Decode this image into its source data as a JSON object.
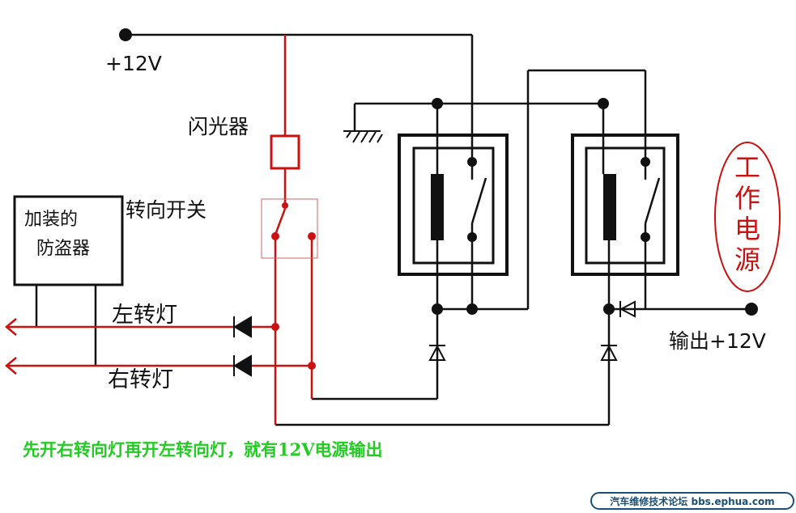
{
  "supply_label": "+12V",
  "flasher_label": "闪光器",
  "turn_switch_label": "转向开关",
  "anti_theft_label_line1": "加装的",
  "anti_theft_label_line2": "防盗器",
  "left_turn_label": "左转灯",
  "right_turn_label": "右转灯",
  "output_label": "输出+12V",
  "work_power_label": [
    "工",
    "作",
    "电",
    "源"
  ],
  "instruction_text": "先开右转向灯再开左转向灯，就有12V电源输出",
  "footer_text": "汽车维修技术论坛 bbs.ephua.com",
  "colors": {
    "wire_black": "#111111",
    "wire_red": "#cc1111",
    "instruction": "#22cc22"
  }
}
